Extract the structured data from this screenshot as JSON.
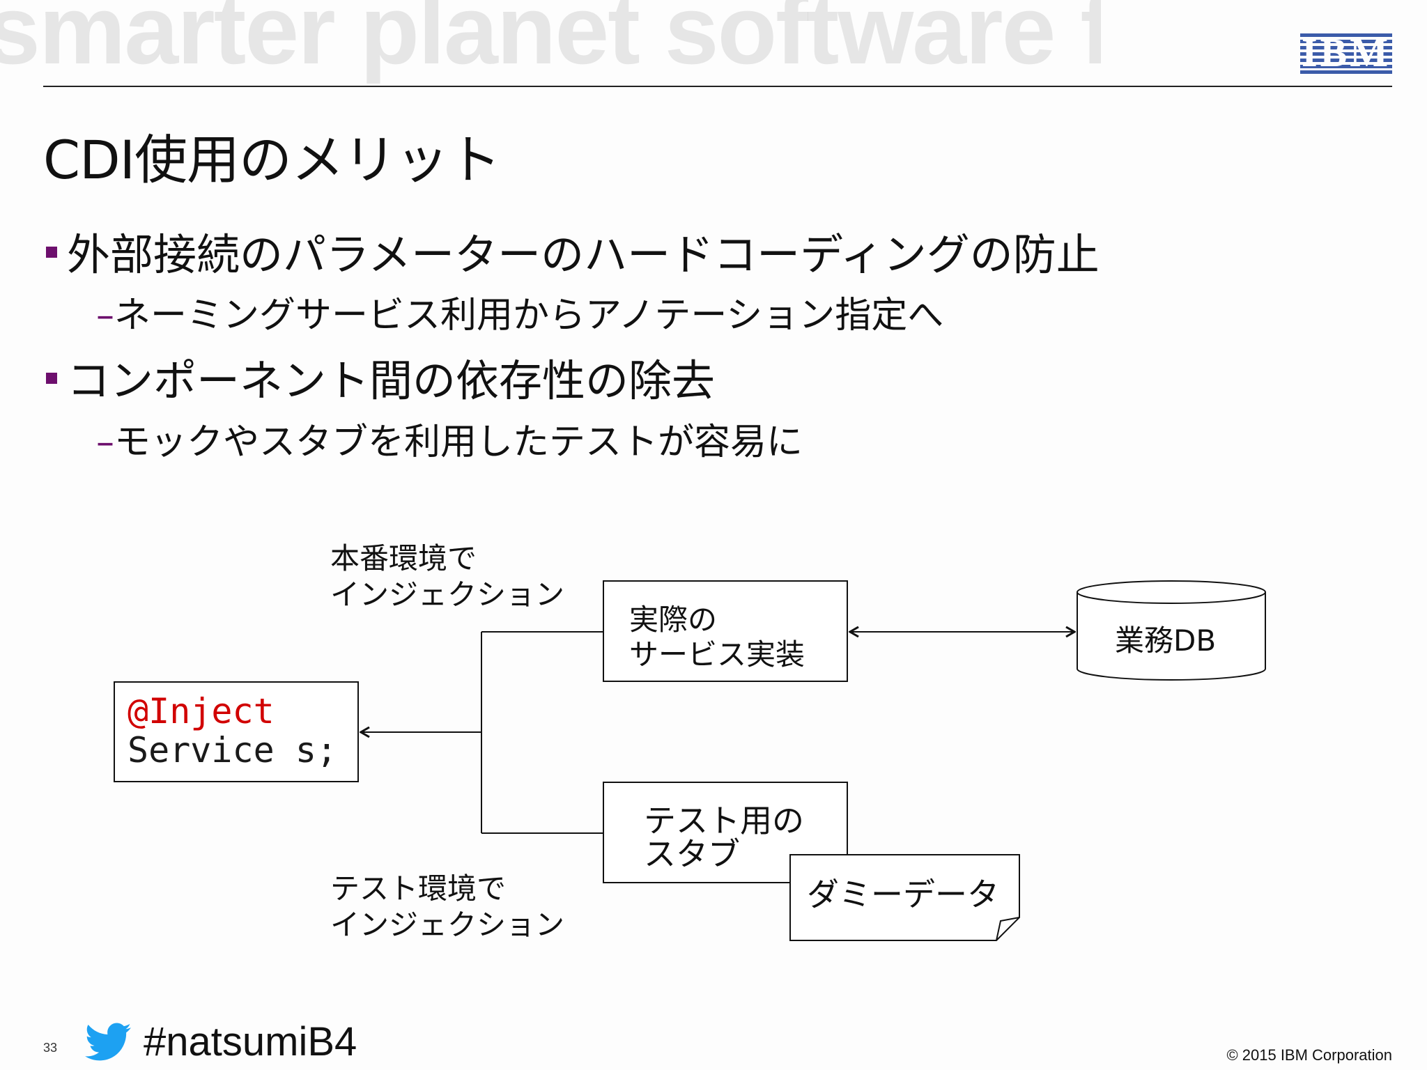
{
  "header": {
    "watermark": "smarter planet software for a smarter planet",
    "brand": "IBM"
  },
  "title": "CDI使用のメリット",
  "bullets": [
    {
      "text": "外部接続のパラメーターのハードコーディングの防止",
      "sub": "ネーミングサービス利用からアノテーション指定へ"
    },
    {
      "text": "コンポーネント間の依存性の除去",
      "sub": "モックやスタブを利用したテストが容易に"
    }
  ],
  "diagram": {
    "prod_label_1": "本番環境で",
    "prod_label_2": "インジェクション",
    "test_label_1": "テスト環境で",
    "test_label_2": "インジェクション",
    "inject_line_1": "@Inject",
    "inject_line_2": "Service s;",
    "real_service_1": "実際の",
    "real_service_2": "サービス実装",
    "db": "業務DB",
    "stub_1": "テスト用の",
    "stub_2": "スタブ",
    "dummy": "ダミーデータ"
  },
  "footer": {
    "page_number": "33",
    "hashtag": "#natsumiB4",
    "copyright": "© 2015 IBM Corporation"
  },
  "colors": {
    "accent": "#6d0f6d",
    "code_keyword": "#d10000",
    "twitter": "#1da1f2"
  }
}
